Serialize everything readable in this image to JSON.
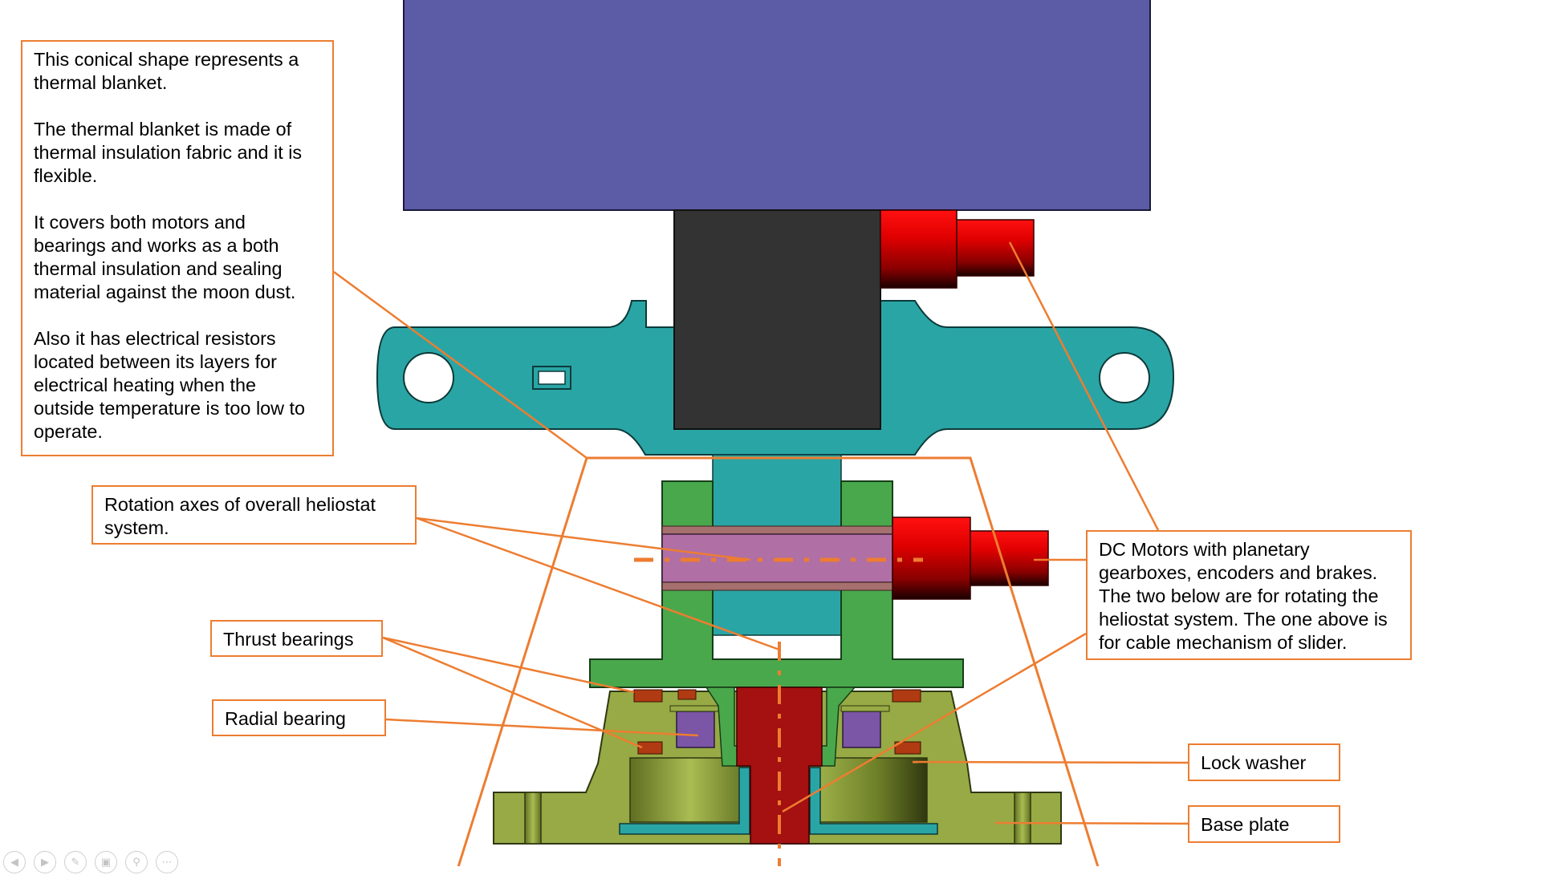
{
  "callouts": {
    "thermal_blanket": [
      "This conical shape represents a thermal blanket.",
      "The thermal blanket is made of thermal insulation fabric and it is flexible.",
      "It covers both motors and bearings and works as a both thermal insulation and sealing material against the moon dust.",
      "Also it has electrical resistors located between its layers for electrical heating when the outside temperature is too low to operate."
    ],
    "rotation_axes": "Rotation axes of overall heliostat system.",
    "thrust_bearings": "Thrust bearings",
    "radial_bearing": "Radial bearing",
    "dc_motors": "DC Motors with planetary gearboxes, encoders and brakes. The two below are for rotating the heliostat system. The one above is for cable mechanism of slider.",
    "lock_washer": "Lock washer",
    "base_plate": "Base plate"
  },
  "colors": {
    "accent_orange": "#ED7D31",
    "blue_panel": "#5B5BA6",
    "teal_bracket": "#2AA5A5",
    "dark_block": "#333333",
    "motor_red": "#E00000",
    "green_frame": "#4AA84C",
    "olive_base": "#97AA45",
    "purple_bearing": "#7B55A6",
    "shaft_red": "#A51010",
    "pink_shaft": "#B06FA5",
    "bearing_brown": "#B03A12"
  },
  "nav_icons": [
    "prev-icon",
    "next-icon",
    "pen-icon",
    "slides-icon",
    "zoom-icon",
    "more-icon"
  ]
}
